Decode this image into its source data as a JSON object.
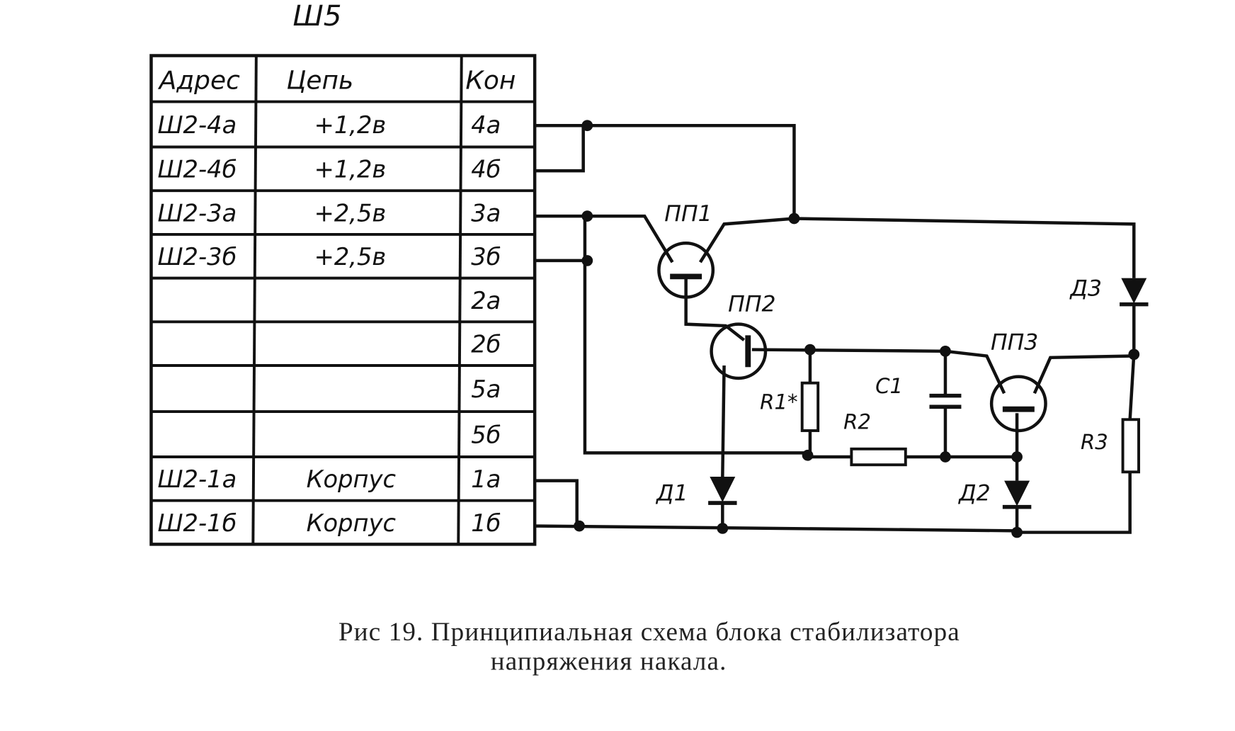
{
  "connector": "Ш5",
  "table": {
    "headers": [
      "Адрес",
      "Цепь",
      "Кон"
    ],
    "rows": [
      {
        "address": "Ш2-4а",
        "circuit": "+1,2в",
        "contact": "4а"
      },
      {
        "address": "Ш2-4б",
        "circuit": "+1,2в",
        "contact": "4б"
      },
      {
        "address": "Ш2-3а",
        "circuit": "+2,5в",
        "contact": "3а"
      },
      {
        "address": "Ш2-3б",
        "circuit": "+2,5в",
        "contact": "3б"
      },
      {
        "address": "",
        "circuit": "",
        "contact": "2а"
      },
      {
        "address": "",
        "circuit": "",
        "contact": "2б"
      },
      {
        "address": "",
        "circuit": "",
        "contact": "5а"
      },
      {
        "address": "",
        "circuit": "",
        "contact": "5б"
      },
      {
        "address": "Ш2-1а",
        "circuit": "Корпус",
        "contact": "1а"
      },
      {
        "address": "Ш2-1б",
        "circuit": "Корпус",
        "contact": "1б"
      }
    ]
  },
  "components": {
    "pp1": "ПП1",
    "pp2": "ПП2",
    "pp3": "ПП3",
    "d1": "Д1",
    "d2": "Д2",
    "d3": "Д3",
    "r1": "R1*",
    "r2": "R2",
    "r3": "R3",
    "c1": "C1"
  },
  "caption": {
    "line1": "Рис  19. Принципиальная схема блока стабилизатора",
    "line2": "напряжения накала."
  }
}
